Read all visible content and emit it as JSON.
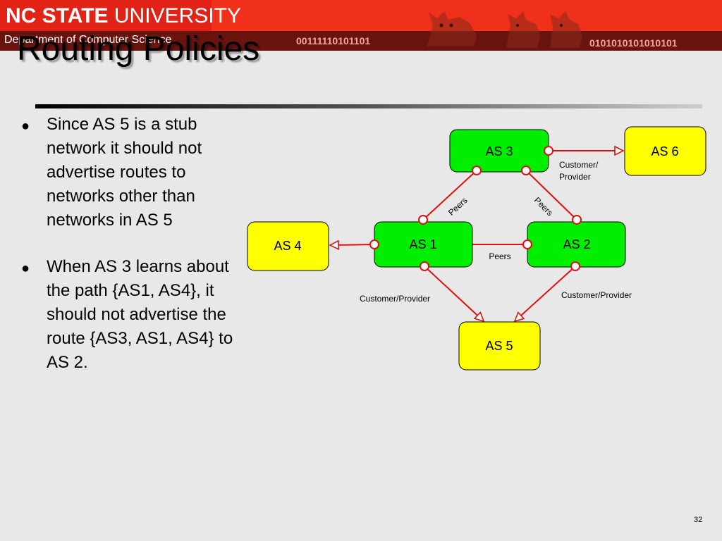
{
  "header": {
    "university_bold": "NC STATE",
    "university_rest": " UNIVERSITY",
    "department": "Department of Computer Science",
    "binary_text_1": "00111110101101",
    "binary_text_2": "0101010101010101"
  },
  "slide": {
    "title": "Routing Policies",
    "number": "32",
    "bullets": [
      "Since AS 5 is a stub network it should not advertise routes to networks other than networks in AS 5",
      "When AS 3 learns about the path {AS1, AS4}, it should not advertise the route {AS3, AS1, AS4} to AS 2."
    ]
  },
  "diagram": {
    "nodes": {
      "as1": "AS 1",
      "as2": "AS 2",
      "as3": "AS 3",
      "as4": "AS 4",
      "as5": "AS 5",
      "as6": "AS 6"
    },
    "labels": {
      "peers_left": "Peers",
      "peers_right": "Peers",
      "peers_middle": "Peers",
      "cp_as3_as6_line1": "Customer/",
      "cp_as3_as6_line2": "Provider",
      "cp_as1_as5": "Customer/Provider",
      "cp_as2_as5": "Customer/Provider"
    },
    "colors": {
      "green_node": "#00ee00",
      "yellow_node": "#ffff00",
      "link": "#e01010"
    }
  }
}
